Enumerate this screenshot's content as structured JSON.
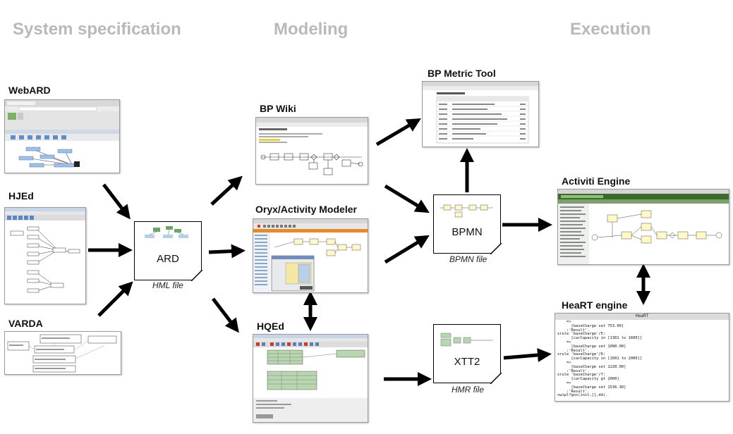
{
  "columns": {
    "spec": "System specification",
    "modeling": "Modeling",
    "execution": "Execution"
  },
  "tools": {
    "webard": "WebARD",
    "hjed": "HJEd",
    "varda": "VARDA",
    "bpwiki": "BP Wiki",
    "oryx": "Oryx/Activity Modeler",
    "hqed": "HQEd",
    "metric": "BP Metric Tool",
    "activiti": "Activiti Engine",
    "heart": "HeaRT engine"
  },
  "docs": {
    "ard": {
      "title": "ARD",
      "caption": "HML file"
    },
    "bpmn": {
      "title": "BPMN",
      "caption": "BPMN file"
    },
    "xtt2": {
      "title": "XTT2",
      "caption": "HMR file"
    }
  },
  "heart_console": {
    "title": "HeaRT",
    "lines": [
      "    =>",
      "      [baseCharge set 753.00]",
      "    :'Result'.",
      "xrule 'baseCharge'/5:",
      "      [carCapacity in [1301 to 1600]]",
      "    =>",
      "      [baseCharge set 1090.00]",
      "    :'Result'.",
      "xrule 'baseCharge'/6:",
      "      [carCapacity in [1601 to 2000]]",
      "    =>",
      "      [baseCharge set 1220.00]",
      "    :'Result'.",
      "xrule 'baseCharge'/7:",
      "      [carCapacity gt 2000]",
      "    =>",
      "      [baseCharge set 1536.30]",
      "    :'Result'.",
      "swipl?gox(init,[],dd)."
    ]
  },
  "colors": {
    "header": "#b9b9b9",
    "activiti_bar": "#3a6b2a",
    "hqed_table": "#b8d6b0"
  }
}
